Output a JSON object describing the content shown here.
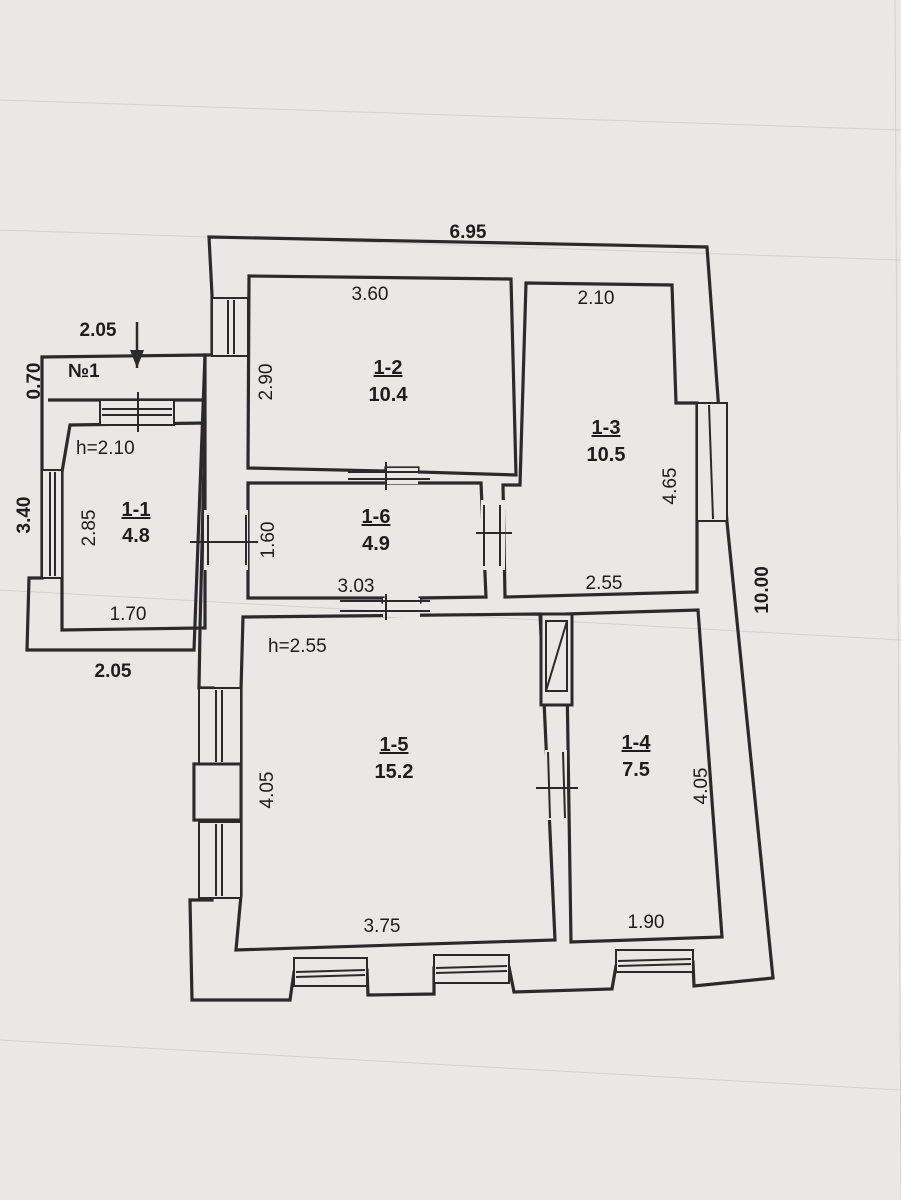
{
  "plan": {
    "entrance_label": "№1",
    "rooms": [
      {
        "id": "1-1",
        "area": "4.8"
      },
      {
        "id": "1-2",
        "area": "10.4"
      },
      {
        "id": "1-3",
        "area": "10.5"
      },
      {
        "id": "1-4",
        "area": "7.5"
      },
      {
        "id": "1-5",
        "area": "15.2"
      },
      {
        "id": "1-6",
        "area": "4.9"
      }
    ],
    "heights": {
      "annex": "h=2.10",
      "main": "h=2.55"
    },
    "dimensions": {
      "overall_width": "6.95",
      "overall_length": "10.00",
      "r12_width": "3.60",
      "r12_length": "2.90",
      "r13_width": "2.10",
      "r13_length": "4.65",
      "r13_bottom": "2.55",
      "r16_width": "3.03",
      "r16_length": "1.60",
      "r15_width": "3.75",
      "r15_length": "4.05",
      "r14_width": "1.90",
      "r14_length": "4.05",
      "r11_width": "1.70",
      "r11_length": "2.85",
      "annex_length": "3.40",
      "porch_depth": "0.70",
      "annex_top": "2.05",
      "annex_bottom": "2.05"
    }
  }
}
